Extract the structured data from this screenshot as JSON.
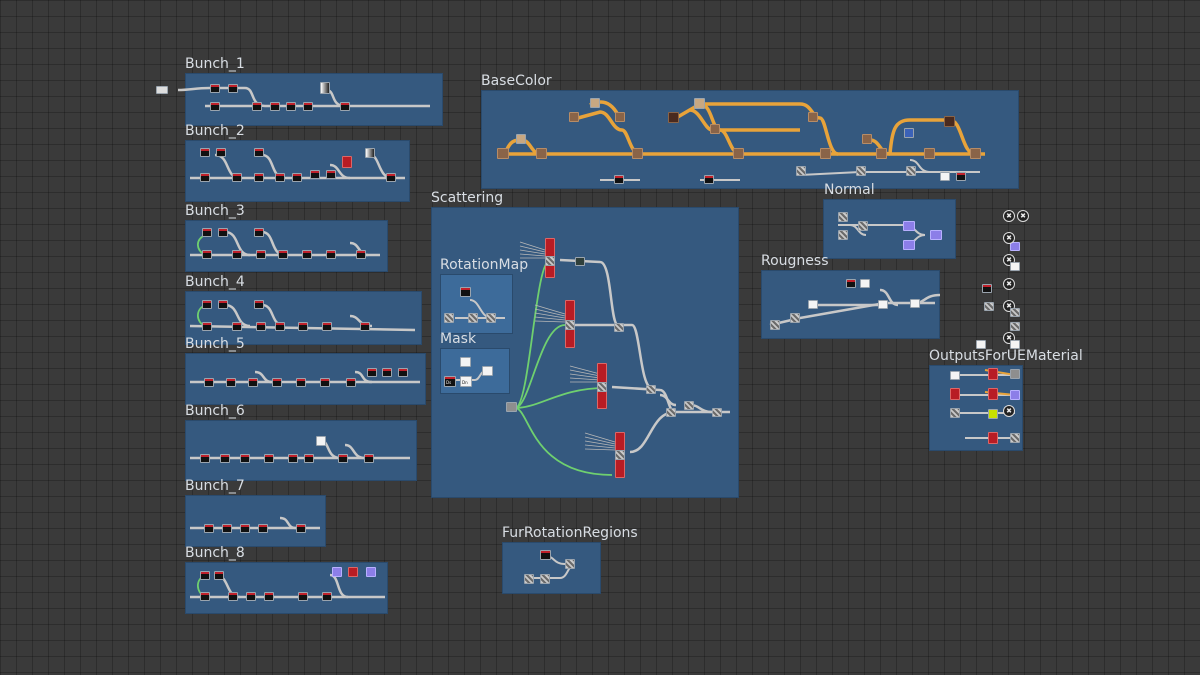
{
  "frames": [
    {
      "id": "bunch_1",
      "title": "Bunch_1"
    },
    {
      "id": "bunch_2",
      "title": "Bunch_2"
    },
    {
      "id": "bunch_3",
      "title": "Bunch_3"
    },
    {
      "id": "bunch_4",
      "title": "Bunch_4"
    },
    {
      "id": "bunch_5",
      "title": "Bunch_5"
    },
    {
      "id": "bunch_6",
      "title": "Bunch_6"
    },
    {
      "id": "bunch_7",
      "title": "Bunch_7"
    },
    {
      "id": "bunch_8",
      "title": "Bunch_8"
    },
    {
      "id": "basecolor",
      "title": "BaseColor"
    },
    {
      "id": "scattering",
      "title": "Scattering"
    },
    {
      "id": "rotationmap",
      "title": "RotationMap"
    },
    {
      "id": "mask",
      "title": "Mask"
    },
    {
      "id": "normal",
      "title": "Normal"
    },
    {
      "id": "rougness",
      "title": "Rougness"
    },
    {
      "id": "outputs",
      "title": "OutputsForUEMaterial"
    },
    {
      "id": "furrotation",
      "title": "FurRotationRegions"
    }
  ],
  "node_labels": {
    "mask_inputs": [
      "Ds",
      "Dn"
    ]
  },
  "colors": {
    "canvas": "#3a3a3a",
    "frame": "#35597f",
    "wire_gray": "#c8c8c8",
    "wire_orange": "#e8a33a",
    "wire_green": "#6fd06f",
    "node_red": "#b81c24"
  },
  "icons": {
    "output_node": "circle-x-icon"
  }
}
